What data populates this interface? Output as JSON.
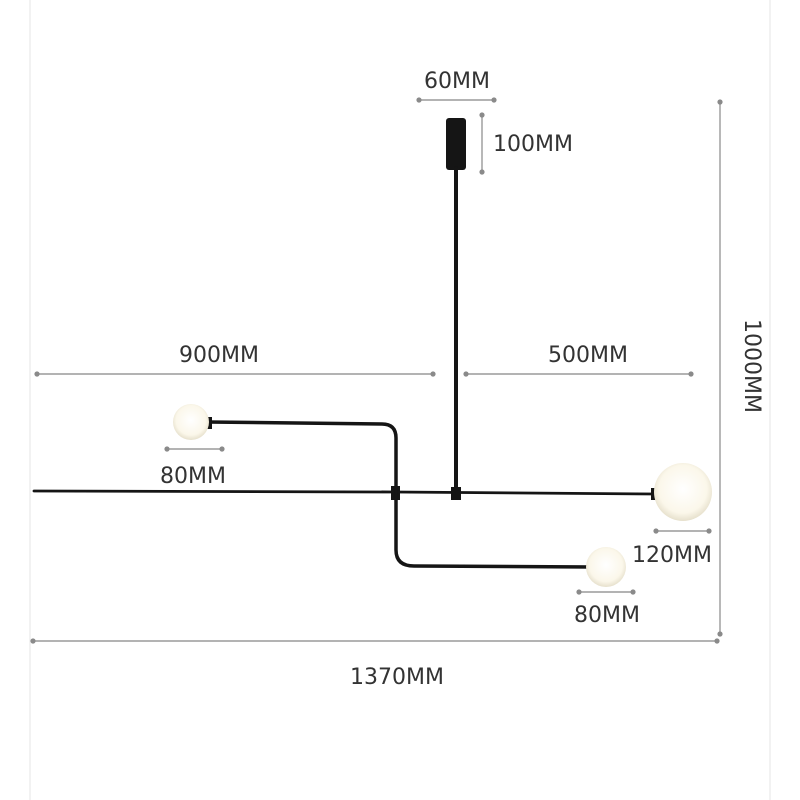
{
  "dimensions": {
    "canopy_width": "60MM",
    "canopy_height": "100MM",
    "left_arm_length": "900MM",
    "right_arm_length": "500MM",
    "total_height": "1000MM",
    "small_globe_top": "80MM",
    "large_globe": "120MM",
    "small_globe_bottom": "80MM",
    "total_width": "1370MM"
  },
  "colors": {
    "fixture": "#151515",
    "globe": "#fbf7ea",
    "dimension_line": "#9a9a9a",
    "text": "#333333"
  }
}
